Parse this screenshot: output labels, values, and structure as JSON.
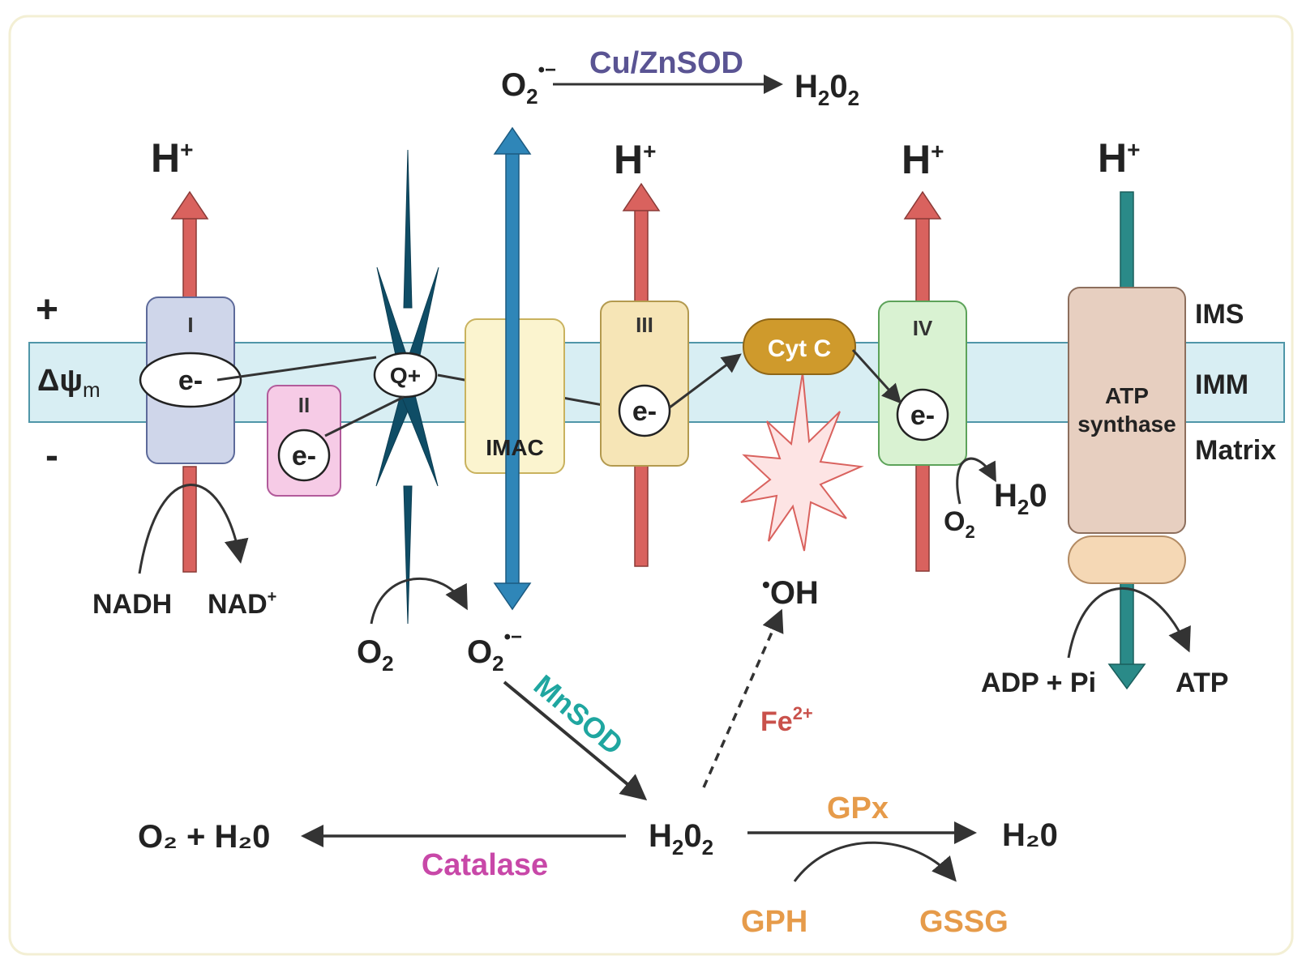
{
  "membrane": {
    "sign_plus": "+",
    "sign_minus": "-",
    "potential_symbol": "Δψ",
    "potential_subscript": "m",
    "regions": [
      "IMS",
      "IMM",
      "Matrix"
    ]
  },
  "complexes": {
    "complex_I": {
      "label": "I",
      "electron": "e-",
      "substrate": "NADH",
      "product": "NAD",
      "product_charge": "+"
    },
    "complex_II": {
      "label": "II",
      "electron": "e-"
    },
    "quinone": {
      "label": "Q+"
    },
    "imac": {
      "label": "IMAC"
    },
    "complex_III": {
      "label": "III",
      "electron": "e-"
    },
    "cyt_c": {
      "label": "Cyt C"
    },
    "complex_IV": {
      "label": "IV",
      "electron": "e-",
      "substrate": "O",
      "substrate_sub": "2",
      "product": "H",
      "product_sub": "2",
      "product_tail": "0"
    },
    "atp_synthase": {
      "label_line1": "ATP",
      "label_line2": "synthase",
      "substrate": "ADP + Pi",
      "product": "ATP"
    }
  },
  "protons": {
    "symbol": "H",
    "charge": "+"
  },
  "ros": {
    "top": {
      "reactant": "O",
      "reactant_sub": "2",
      "radical": "•−",
      "enzyme": "Cu/ZnSOD",
      "product": "H",
      "product_sub": "2",
      "product_tail": "0",
      "product_sub2": "2"
    },
    "qsite": {
      "reactant": "O",
      "reactant_sub": "2",
      "product": "O",
      "product_sub": "2",
      "radical": "•−"
    },
    "hydroxyl": {
      "dot": "•",
      "label": "OH"
    },
    "mnsod": "MnSOD",
    "fe": {
      "label": "Fe",
      "charge": "2+"
    },
    "h2o2": {
      "a": "H",
      "sub1": "2",
      "b": "0",
      "sub2": "2"
    },
    "catalase": {
      "enzyme": "Catalase",
      "product": "O₂ + H₂0"
    },
    "gpx": {
      "enzyme": "GPx",
      "product": "H₂0",
      "cofactor_in": "GPH",
      "cofactor_out": "GSSG"
    }
  },
  "colors": {
    "membrane": "#d8eef3",
    "proton_arrow": "#d9625e",
    "imac_arrow": "#2f86b8",
    "atp_arrow": "#2a8a88",
    "complex_I": "#cfd6ea",
    "complex_II": "#f6cbe6",
    "complex_III": "#f6e5b6",
    "complex_IV": "#d9f2d2",
    "imac": "#fbf4cf",
    "cyt_c": "#cf9a2c",
    "atp_synthase": "#e7cfc0",
    "cu_zn_sod": "#5a5493",
    "mnsod": "#1fa6a0",
    "fe": "#c9514b",
    "catalase": "#c848a8",
    "gpx": "#e69b4a"
  }
}
